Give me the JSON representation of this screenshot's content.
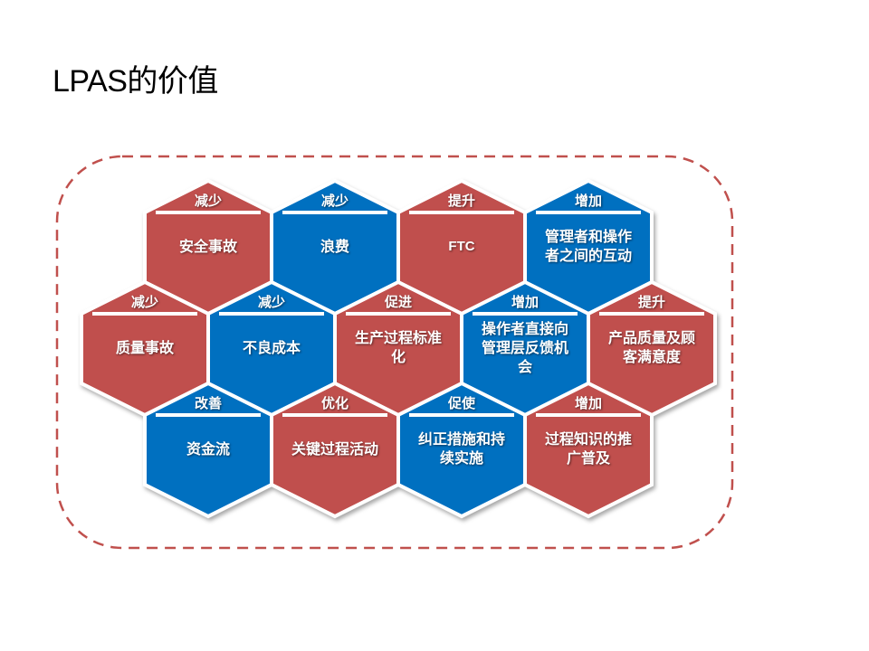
{
  "slide": {
    "title": "LPAS的价值"
  },
  "colors": {
    "red": "#C0504D",
    "blue": "#0070C0",
    "frame_dash": "#C0504D",
    "divider": "#FFFFFF"
  },
  "hexagons": [
    {
      "row": 1,
      "col": 1,
      "color": "red",
      "verb": "减少",
      "text": "安全事故"
    },
    {
      "row": 1,
      "col": 2,
      "color": "blue",
      "verb": "减少",
      "text": "浪费"
    },
    {
      "row": 1,
      "col": 3,
      "color": "red",
      "verb": "提升",
      "text": "FTC"
    },
    {
      "row": 1,
      "col": 4,
      "color": "blue",
      "verb": "增加",
      "text": "管理者和操作者之间的互动"
    },
    {
      "row": 2,
      "col": 1,
      "color": "red",
      "verb": "减少",
      "text": "质量事故"
    },
    {
      "row": 2,
      "col": 2,
      "color": "blue",
      "verb": "减少",
      "text": "不良成本"
    },
    {
      "row": 2,
      "col": 3,
      "color": "red",
      "verb": "促进",
      "text": "生产过程标准化"
    },
    {
      "row": 2,
      "col": 4,
      "color": "blue",
      "verb": "增加",
      "text": "操作者直接向管理层反馈机会"
    },
    {
      "row": 2,
      "col": 5,
      "color": "red",
      "verb": "提升",
      "text": "产品质量及顾客满意度"
    },
    {
      "row": 3,
      "col": 1,
      "color": "blue",
      "verb": "改善",
      "text": "资金流"
    },
    {
      "row": 3,
      "col": 2,
      "color": "red",
      "verb": "优化",
      "text": "关键过程活动"
    },
    {
      "row": 3,
      "col": 3,
      "color": "blue",
      "verb": "促使",
      "text": "纠正措施和持续实施"
    },
    {
      "row": 3,
      "col": 4,
      "color": "red",
      "verb": "增加",
      "text": "过程知识的推广普及"
    }
  ]
}
